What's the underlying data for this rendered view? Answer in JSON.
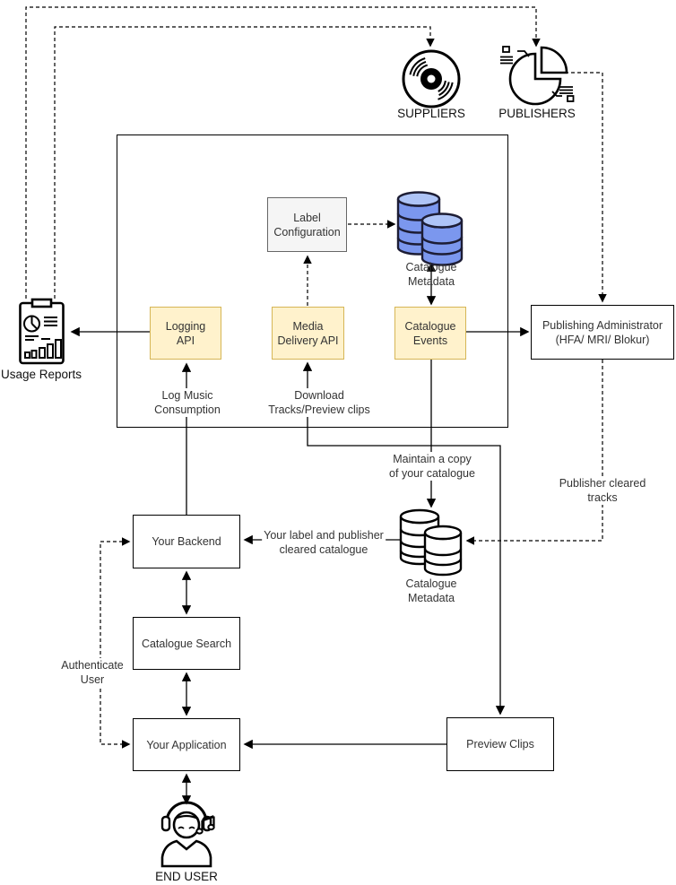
{
  "diagram": {
    "suppliers_label": "SUPPLIERS",
    "publishers_label": "PUBLISHERS",
    "usage_reports_label": "Usage Reports",
    "end_user_label": "END USER",
    "label_configuration": {
      "l1": "Label",
      "l2": "Configuration"
    },
    "catalogue_metadata_top": {
      "l1": "Catalogue",
      "l2": "Metadata"
    },
    "catalogue_metadata_bottom": {
      "l1": "Catalogue",
      "l2": "Metadata"
    },
    "logging_api": {
      "l1": "Logging",
      "l2": "API"
    },
    "media_delivery_api": {
      "l1": "Media",
      "l2": "Delivery API"
    },
    "catalogue_events": {
      "l1": "Catalogue",
      "l2": "Events"
    },
    "publishing_administrator": {
      "l1": "Publishing Administrator",
      "l2": "(HFA/ MRI/ Blokur)"
    },
    "your_backend_label": "Your Backend",
    "catalogue_search_label": "Catalogue Search",
    "your_application_label": "Your Application",
    "preview_clips_label": "Preview Clips",
    "edge_labels": {
      "log_music": {
        "l1": "Log Music",
        "l2": "Consumption"
      },
      "download_tracks": {
        "l1": "Download",
        "l2": "Tracks/Preview clips"
      },
      "maintain_copy": {
        "l1": "Maintain a copy",
        "l2": "of your catalogue"
      },
      "publisher_cleared": {
        "l1": "Publisher cleared",
        "l2": "tracks"
      },
      "cleared_catalogue": {
        "l1": "Your label and publisher",
        "l2": "cleared catalogue"
      },
      "authenticate_user": {
        "l1": "Authenticate",
        "l2": "User"
      }
    },
    "colors": {
      "api_fill": "#FFF2CC",
      "api_border": "#D6B656",
      "config_fill": "#F5F5F5",
      "config_border": "#666666",
      "db_fill": "#7B97EE",
      "db_top": "#AEC4F7"
    }
  }
}
